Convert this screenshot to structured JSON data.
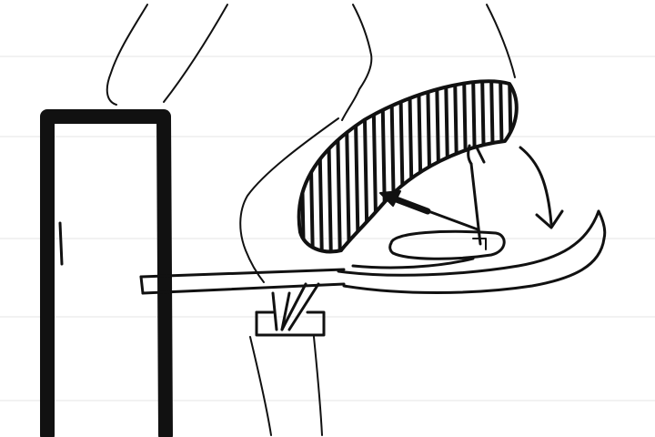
{
  "diagram": {
    "colors": {
      "ink": "#111111",
      "paper": "#ffffff",
      "rule_lines": "#e6e6e6"
    },
    "parts": [
      "post",
      "leg",
      "horizontal-bar",
      "clamp-bracket",
      "seat-pad",
      "hatched-cushion",
      "curved-tray",
      "oval-pad",
      "diagonal-strut",
      "vertical-pin",
      "arrow-angled",
      "arrow-curved"
    ]
  }
}
